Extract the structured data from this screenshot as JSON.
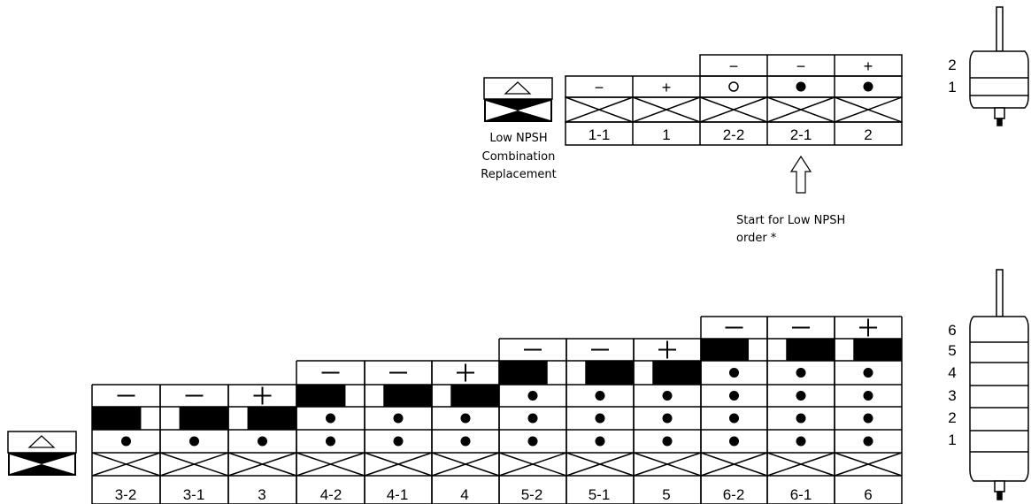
{
  "top_legend": {
    "caption_lines": [
      "Low NPSH",
      "Combination",
      "Replacement"
    ]
  },
  "top_table": {
    "sign_row": [
      "",
      "",
      "−",
      "−",
      "+"
    ],
    "row1": [
      {
        "type": "sign",
        "value": "−"
      },
      {
        "type": "sign",
        "value": "+"
      },
      {
        "type": "dot",
        "value": "open"
      },
      {
        "type": "dot",
        "value": "filled"
      },
      {
        "type": "dot",
        "value": "filled"
      }
    ],
    "labels": [
      "1-1",
      "1",
      "2-2",
      "2-1",
      "2"
    ]
  },
  "start_note": {
    "lines": [
      "Start for Low NPSH",
      "order *"
    ]
  },
  "top_pump": {
    "stage_numbers": [
      "2",
      "1"
    ]
  },
  "bottom_table": {
    "labels": [
      "3-2",
      "3-1",
      "3",
      "4-2",
      "4-1",
      "4",
      "5-2",
      "5-1",
      "5",
      "6-2",
      "6-1",
      "6"
    ],
    "stage_numbers": [
      "6",
      "5",
      "4",
      "3",
      "2",
      "1"
    ]
  }
}
